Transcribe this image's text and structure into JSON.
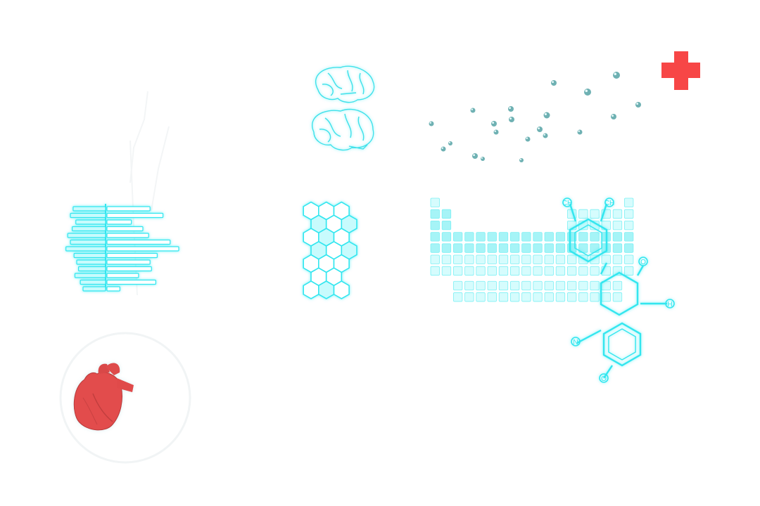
{
  "scene": {
    "background": "#ffffff",
    "accent": "#33e6ef",
    "accent_fill": "#c8fbfd",
    "cross_color": "#f74646",
    "heart_color": "#e24c4c",
    "particle_color": "#6fb1b3"
  },
  "icons": {
    "cross": "medical-cross-icon",
    "brain_top": "brain-icon",
    "brain_bottom": "brain-icon",
    "dna": "dna-bars-icon",
    "honeycomb": "hexagon-grid-icon",
    "periodic": "periodic-table-icon",
    "molecule": "molecule-structure-icon",
    "heart": "anatomical-heart-icon",
    "particles": "molecule-particles-icon"
  },
  "dna": {
    "left_levels": [
      0.72,
      0.78,
      0.66,
      0.74,
      0.84,
      0.78,
      0.88,
      0.7,
      0.64,
      0.6,
      0.68,
      0.56,
      0.5
    ],
    "right_levels": [
      0.6,
      0.78,
      0.34,
      0.5,
      0.58,
      0.88,
      1.0,
      0.7,
      0.6,
      0.62,
      0.44,
      0.68,
      0.18
    ]
  },
  "molecule_labels": {
    "top_left": "CH",
    "top_right": "CH",
    "right_upper": "O",
    "right_mid": "H",
    "left_low": "N",
    "bottom": "O"
  }
}
